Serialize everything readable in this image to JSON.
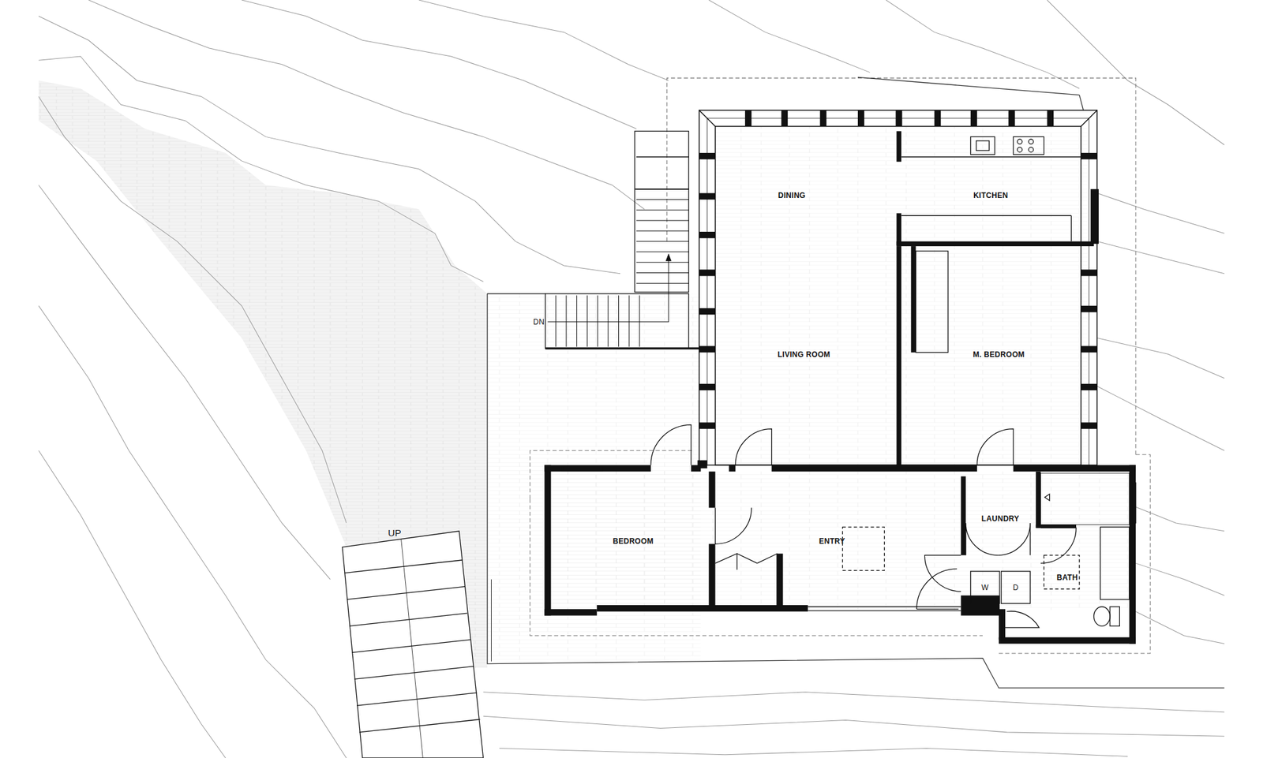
{
  "diagram": {
    "labels": [
      "DINING",
      "KITCHEN",
      "LIVING ROOM",
      "M. BEDROOM",
      "BEDROOM",
      "ENTRY",
      "LAUNDRY",
      "BATH",
      "W",
      "D",
      "DN",
      "UP"
    ]
  }
}
